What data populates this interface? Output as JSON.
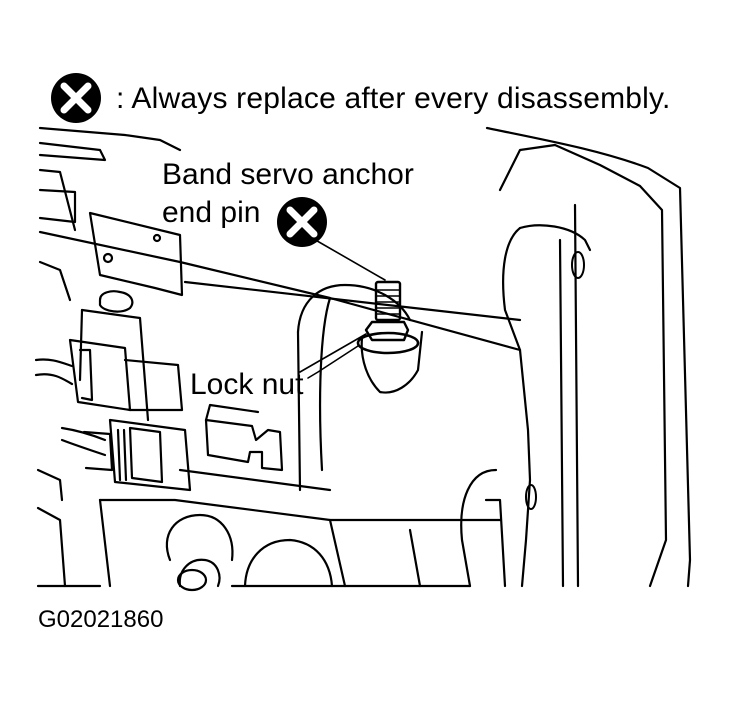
{
  "legend": {
    "symbol": "x-circle-icon",
    "text": ": Always replace after every disassembly."
  },
  "callouts": {
    "band_servo_line1": "Band servo anchor",
    "band_servo_line2": "end pin",
    "lock_nut": "Lock nut"
  },
  "figure_id": "G02021860",
  "colors": {
    "ink": "#000000",
    "paper": "#ffffff"
  }
}
